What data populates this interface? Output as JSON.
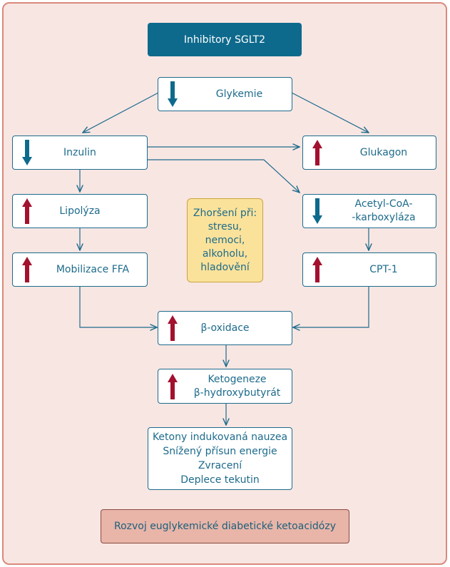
{
  "title": "Inhibitory SGLT2",
  "colors": {
    "up": "#a3112e",
    "down": "#0e6a8c",
    "line": "#1d6b8c",
    "note_bg": "#fbe29a",
    "result_bg": "#e8b5a8",
    "title_bg": "#0e6a8c"
  },
  "nodes": {
    "glykemie": {
      "label": "Glykemie",
      "direction": "down"
    },
    "inzulin": {
      "label": "Inzulin",
      "direction": "down"
    },
    "glukagon": {
      "label": "Glukagon",
      "direction": "up"
    },
    "lipolyza": {
      "label": "Lipolýza",
      "direction": "up"
    },
    "acetyl": {
      "line1": "Acetyl-CoA-",
      "line2": "-karboxyláza",
      "direction": "down"
    },
    "ffa": {
      "label": "Mobilizace FFA",
      "direction": "up"
    },
    "cpt": {
      "label": "CPT-1",
      "direction": "up"
    },
    "oxidace": {
      "label": "β-oxidace",
      "direction": "up"
    },
    "ketogeneze": {
      "line1": "Ketogeneze",
      "line2": "β-hydroxybutyrát",
      "direction": "up"
    }
  },
  "note": {
    "lines": [
      "Zhoršení při:",
      "stresu,",
      "nemoci,",
      "alkoholu,",
      "hladovění"
    ]
  },
  "outcomes": [
    "Ketony indukovaná nauzea",
    "Snížený přísun energie",
    "Zvracení",
    "Deplece tekutin"
  ],
  "result": "Rozvoj euglykemické diabetické ketoacidózy"
}
